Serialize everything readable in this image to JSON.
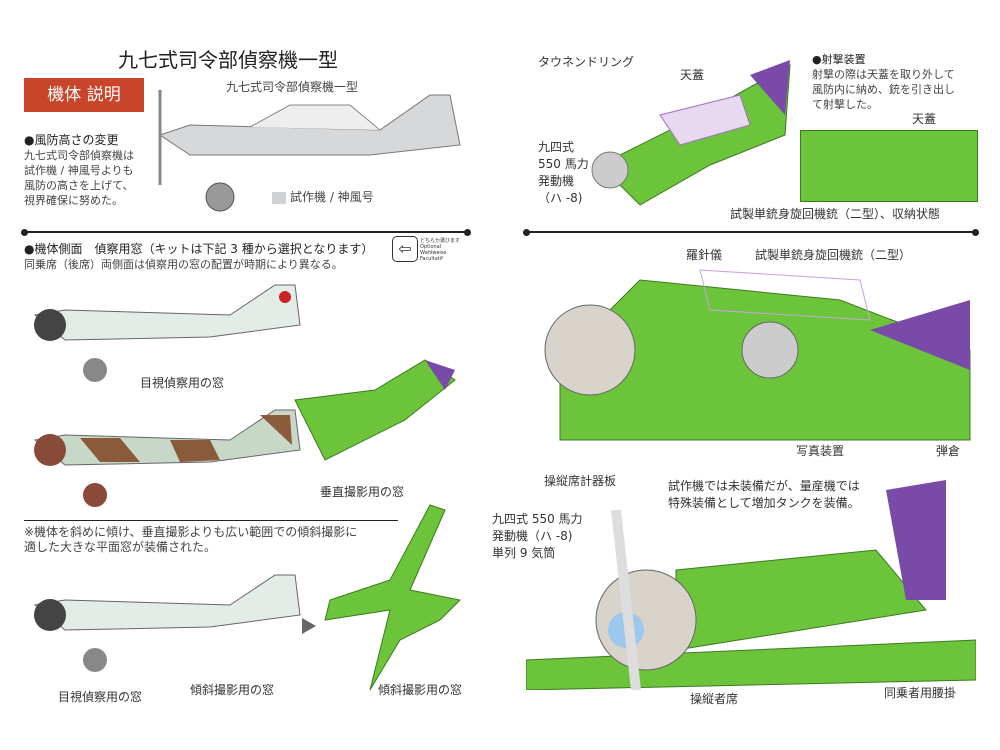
{
  "title": "九七式司令部偵察機一型",
  "badge": "機体 説明",
  "top_left": {
    "plane_label": "九七式司令部偵察機一型",
    "wind_heading": "●風防高さの変更",
    "wind_text": [
      "九七式司令部偵察機は",
      "試作機 / 神風号よりも",
      "風防の高さを上げて、",
      "視界確保に努めた。"
    ],
    "legend": "試作機 / 神風号"
  },
  "top_right": {
    "townend": "タウネンドリング",
    "canopy": "天蓋",
    "engine": [
      "九四式",
      "550 馬力",
      "発動機",
      "（ハ -8)"
    ],
    "gun": "試製単銃身旋回機銃（二型）、収納状態",
    "shoot_heading": "●射撃装置",
    "shoot_text": [
      "射撃の際は天蓋を取り外して",
      "風防内に納め、銃を引き出し",
      "て射撃した。"
    ],
    "canopy2": "天蓋"
  },
  "side": {
    "heading": "●機体側面　偵察用窓（キットは下記 3 種から選択となります）",
    "sub": "同乗席（後席）両側面は偵察用の窓の配置が時期により異なる。",
    "optional": [
      "どちらか選びます",
      "Optional",
      "Wahlweise",
      "Facultatif"
    ],
    "visual": "目視偵察用の窓",
    "vertical": "垂直撮影用の窓",
    "note": [
      "※機体を斜めに傾け、垂直撮影よりも広い範囲での傾斜撮影に",
      "適した大きな平面窓が装備された。"
    ],
    "visual2": "目視偵察用の窓",
    "oblique": "傾斜撮影用の窓",
    "oblique2": "傾斜撮影用の窓"
  },
  "interior": {
    "compass": "羅針儀",
    "gun": "試製単銃身旋回機銃（二型）",
    "camera": "写真装置",
    "magazine": "弾倉",
    "panel": "操縦席計器板",
    "tank": [
      "試作機では未装備だが、量産機では",
      "特殊装備として増加タンクを装備。"
    ],
    "engine": [
      "九四式 550 馬力",
      "発動機（ハ -8)",
      "単列 9 気筒"
    ],
    "pilot": "操縦者席",
    "observer": "同乗者用腰掛"
  },
  "colors": {
    "badge": "#c8442a",
    "green": "#6cc43a",
    "purple": "#7a4aa8",
    "grey": "#cfd2d4"
  }
}
